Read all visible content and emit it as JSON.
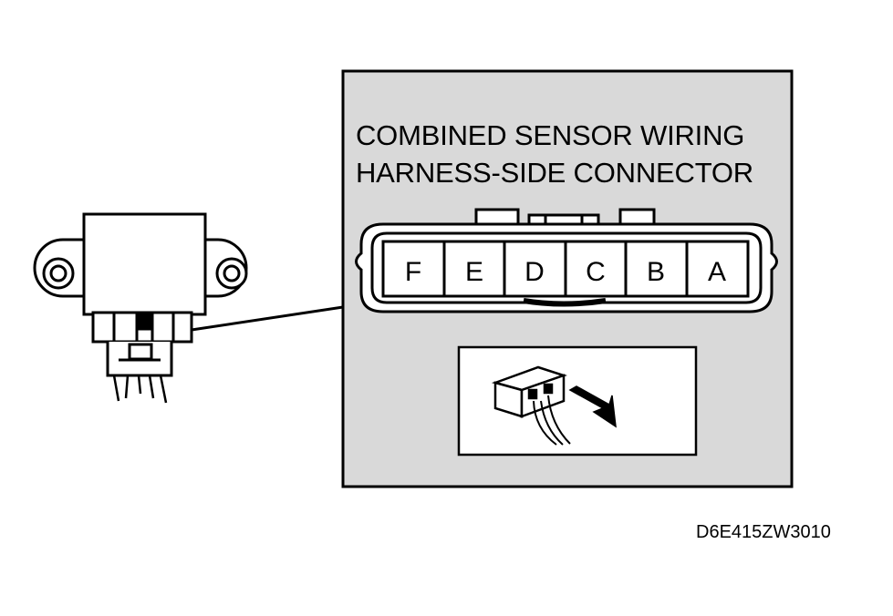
{
  "title_lines": [
    "COMBINED SENSOR WIRING",
    "HARNESS-SIDE CONNECTOR"
  ],
  "pins": [
    {
      "label": "F"
    },
    {
      "label": "E"
    },
    {
      "label": "D"
    },
    {
      "label": "C"
    },
    {
      "label": "B"
    },
    {
      "label": "A"
    }
  ],
  "figure_code": "D6E415ZW3010",
  "colors": {
    "ink": "#000000",
    "paper": "#ffffff",
    "detail_fill": "#d9d9d9"
  },
  "icons": [
    "mounting-bolt-icon",
    "insertion-arrow-icon",
    "connector-block-icon"
  ]
}
